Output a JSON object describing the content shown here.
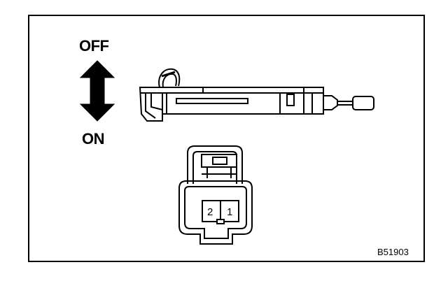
{
  "labels": {
    "off": "OFF",
    "on": "ON",
    "diagram_code": "B51903"
  },
  "connector": {
    "terminals": [
      "2",
      "1"
    ]
  },
  "colors": {
    "line": "#000000",
    "background": "#ffffff"
  }
}
